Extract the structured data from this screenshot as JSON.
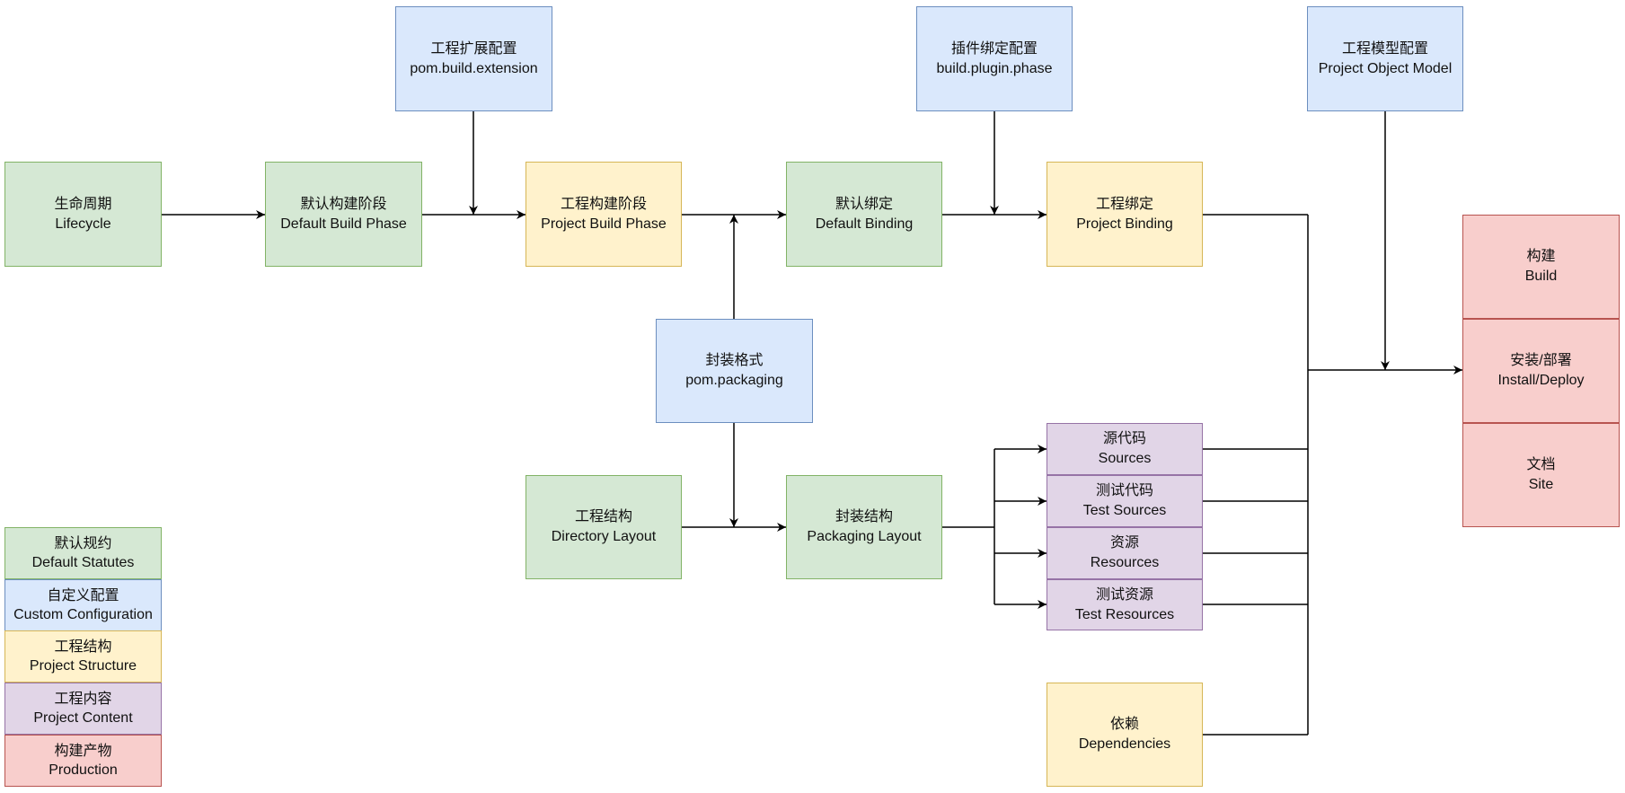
{
  "nodes": {
    "lifecycle": {
      "zh": "生命周期",
      "en": "Lifecycle"
    },
    "default_build_phase": {
      "zh": "默认构建阶段",
      "en": "Default Build Phase"
    },
    "build_extension": {
      "zh": "工程扩展配置",
      "en": "pom.build.extension"
    },
    "project_build_phase": {
      "zh": "工程构建阶段",
      "en": "Project Build Phase"
    },
    "default_binding": {
      "zh": "默认绑定",
      "en": "Default Binding"
    },
    "plugin_phase": {
      "zh": "插件绑定配置",
      "en": "build.plugin.phase"
    },
    "project_binding": {
      "zh": "工程绑定",
      "en": "Project Binding"
    },
    "project_object_model": {
      "zh": "工程模型配置",
      "en": "Project Object Model"
    },
    "packaging": {
      "zh": "封装格式",
      "en": "pom.packaging"
    },
    "directory_layout": {
      "zh": "工程结构",
      "en": "Directory Layout"
    },
    "packaging_layout": {
      "zh": "封装结构",
      "en": "Packaging Layout"
    },
    "sources": {
      "zh": "源代码",
      "en": "Sources"
    },
    "test_sources": {
      "zh": "测试代码",
      "en": "Test Sources"
    },
    "resources": {
      "zh": "资源",
      "en": "Resources"
    },
    "test_resources": {
      "zh": "测试资源",
      "en": "Test Resources"
    },
    "dependencies": {
      "zh": "依赖",
      "en": "Dependencies"
    },
    "build": {
      "zh": "构建",
      "en": "Build"
    },
    "install_deploy": {
      "zh": "安装/部署",
      "en": "Install/Deploy"
    },
    "site": {
      "zh": "文档",
      "en": "Site"
    }
  },
  "legend": [
    {
      "zh": "默认规约",
      "en": "Default Statutes",
      "color": "green"
    },
    {
      "zh": "自定义配置",
      "en": "Custom Configuration",
      "color": "blue"
    },
    {
      "zh": "工程结构",
      "en": "Project Structure",
      "color": "yellow"
    },
    {
      "zh": "工程内容",
      "en": "Project Content",
      "color": "purple"
    },
    {
      "zh": "构建产物",
      "en": "Production",
      "color": "red"
    }
  ],
  "colors": {
    "green": {
      "fill": "#d5e8d4",
      "stroke": "#82b366"
    },
    "blue": {
      "fill": "#dae8fc",
      "stroke": "#6c8ebf"
    },
    "yellow": {
      "fill": "#fff2cc",
      "stroke": "#d6b656"
    },
    "purple": {
      "fill": "#e1d5e7",
      "stroke": "#9673a6"
    },
    "red": {
      "fill": "#f8cecc",
      "stroke": "#b85450"
    },
    "connector": "#000000"
  }
}
